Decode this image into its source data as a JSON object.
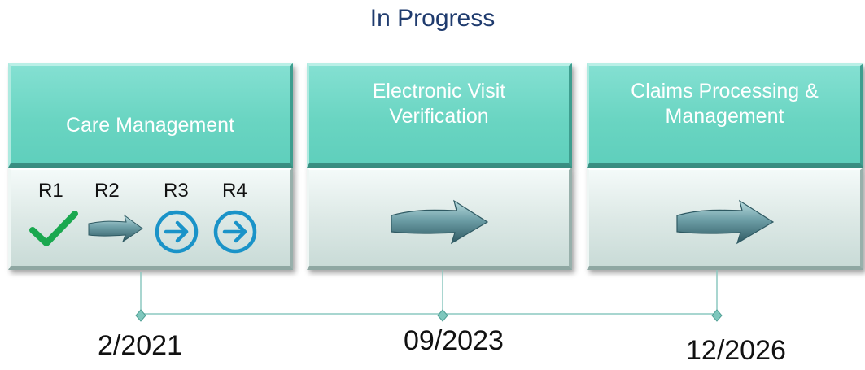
{
  "title": "In Progress",
  "stages": [
    {
      "label": "Care Management",
      "releases": [
        {
          "label": "R1",
          "status_icon": "check-icon",
          "color": "#1aa84f"
        },
        {
          "label": "R2",
          "status_icon": "arrow-icon"
        },
        {
          "label": "R3",
          "status_icon": "circle-arrow-icon",
          "color": "#1a93c8"
        },
        {
          "label": "R4",
          "status_icon": "circle-arrow-icon",
          "color": "#1a93c8"
        }
      ]
    },
    {
      "label": "Electronic Visit\nVerification",
      "status_icon": "arrow-icon"
    },
    {
      "label": "Claims Processing &\nManagement",
      "status_icon": "arrow-icon"
    }
  ],
  "timeline": {
    "dates": [
      "2/2021",
      "09/2023",
      "12/2026"
    ]
  },
  "colors": {
    "title": "#1f3b6e",
    "header": "#6ad5c2",
    "body": "#dde9e6",
    "timeline": "#8cc8c0"
  }
}
